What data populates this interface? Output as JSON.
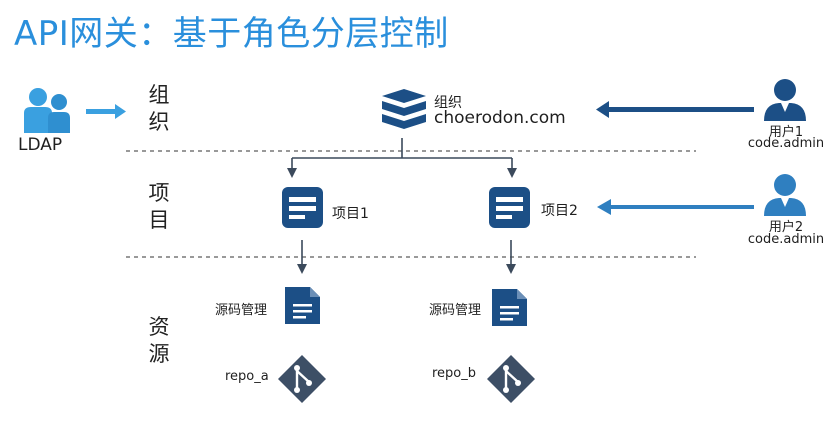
{
  "title": "API网关：基于角色分层控制",
  "layers": {
    "org": [
      "组",
      "织"
    ],
    "project": [
      "项",
      "目"
    ],
    "resource": [
      "资",
      "源"
    ]
  },
  "ldap": {
    "label": "LDAP"
  },
  "org_node": {
    "line1": "组织",
    "line2": "choerodon.com"
  },
  "projects": [
    {
      "label": "项目1"
    },
    {
      "label": "项目2"
    }
  ],
  "resources": [
    {
      "doc_label": "源码管理",
      "repo_label": "repo_a"
    },
    {
      "doc_label": "源码管理",
      "repo_label": "repo_b"
    }
  ],
  "users": [
    {
      "name": "用户1",
      "role": "code.admin"
    },
    {
      "name": "用户2",
      "role": "code.admin"
    }
  ],
  "colors": {
    "title": "#2a8fdc",
    "dark_blue": "#1c4f86",
    "mid_blue": "#2f8fd0",
    "light_blue": "#3aa0e0",
    "connector": "#3b4a5c"
  }
}
